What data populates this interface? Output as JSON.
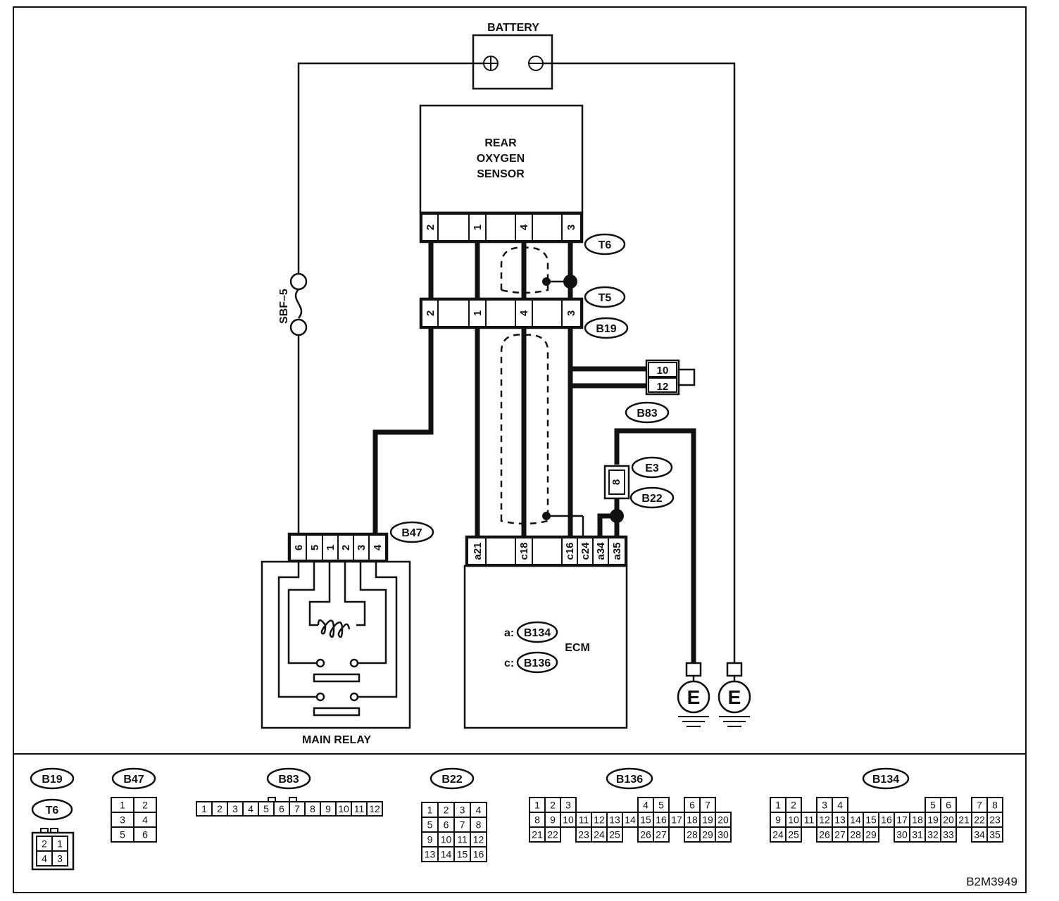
{
  "components": {
    "battery": "BATTERY",
    "plus": "⊕",
    "minus": "⊖",
    "rear_o2": [
      "REAR",
      "OXYGEN",
      "SENSOR"
    ],
    "main_relay": "MAIN RELAY",
    "ecm": "ECM",
    "fuse": "SBF–5",
    "ground": "E",
    "ecm_a_prefix": "a:",
    "ecm_c_prefix": "c:"
  },
  "connector_tags": {
    "t6": "T6",
    "t5": "T5",
    "b19": "B19",
    "b83": "B83",
    "e3": "E3",
    "b22": "B22",
    "b47": "B47",
    "b134": "B134",
    "b136": "B136"
  },
  "pins": {
    "sensor": [
      "2",
      "1",
      "4",
      "3"
    ],
    "t5": [
      "2",
      "1",
      "4",
      "3"
    ],
    "b83": [
      "10",
      "12"
    ],
    "e3": "8",
    "relay": [
      "6",
      "5",
      "1",
      "2",
      "3",
      "4"
    ],
    "ecm": [
      "a21",
      "c18",
      "c16",
      "c24",
      "a34",
      "a35"
    ]
  },
  "legend": {
    "b19": "B19",
    "t6": "T6",
    "b19_rows": [
      [
        "2",
        "1"
      ],
      [
        "4",
        "3"
      ]
    ],
    "b47": "B47",
    "b47_rows": [
      [
        "1",
        "2"
      ],
      [
        "3",
        "4"
      ],
      [
        "5",
        "6"
      ]
    ],
    "b83": "B83",
    "b83_cells": [
      "1",
      "2",
      "3",
      "4",
      "5",
      "6",
      "7",
      "8",
      "9",
      "10",
      "11",
      "12"
    ],
    "b22": "B22",
    "b22_rows": [
      [
        "1",
        "2",
        "3",
        "4"
      ],
      [
        "5",
        "6",
        "7",
        "8"
      ],
      [
        "9",
        "10",
        "11",
        "12"
      ],
      [
        "13",
        "14",
        "15",
        "16"
      ]
    ],
    "b136": "B136",
    "b136_rows": [
      [
        "1",
        "2",
        "3",
        "",
        "",
        "",
        "",
        "4",
        "5",
        "",
        "6",
        "7"
      ],
      [
        "8",
        "9",
        "10",
        "11",
        "12",
        "13",
        "14",
        "15",
        "16",
        "17",
        "18",
        "19",
        "20"
      ],
      [
        "21",
        "22",
        "",
        "23",
        "24",
        "25",
        "",
        "26",
        "27",
        "",
        "28",
        "29",
        "30"
      ]
    ],
    "b134": "B134",
    "b134_rows": [
      [
        "1",
        "2",
        "",
        "3",
        "4",
        "",
        "",
        "",
        "",
        "",
        "5",
        "6",
        "",
        "7",
        "8"
      ],
      [
        "9",
        "10",
        "11",
        "12",
        "13",
        "14",
        "15",
        "16",
        "17",
        "18",
        "19",
        "20",
        "21",
        "22",
        "23"
      ],
      [
        "24",
        "25",
        "",
        "26",
        "27",
        "28",
        "29",
        "",
        "30",
        "31",
        "32",
        "33",
        "",
        "34",
        "35"
      ]
    ]
  },
  "figure_id": "B2M3949"
}
